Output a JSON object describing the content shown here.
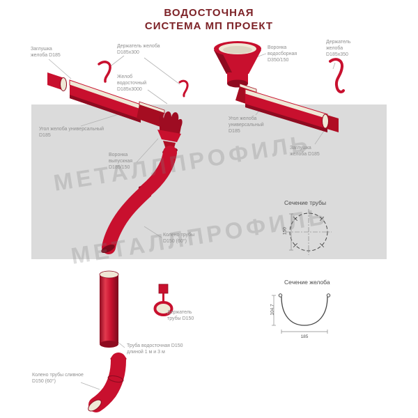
{
  "title": {
    "line1": "ВОДОСТОЧНАЯ",
    "line2": "СИСТЕМА МП ПРОЕКТ"
  },
  "watermark": {
    "text": "МЕТАЛЛПРОФИЛЬ"
  },
  "labels": {
    "cap_left": "Заглушка желоба D185",
    "holder_left": "Держатель желоба D185х300",
    "gutter": "Желоб водосточный D185х3000",
    "funnel_collect": "Воронка водосборная D350/150",
    "holder_right": "Держатель желоба D185х350",
    "corner_left": "Угол желоба универсальный D185",
    "corner_right": "Угол желоба универсальный D185",
    "cap_right": "Заглушка желоба D185",
    "funnel_outlet": "Воронка выпускная D185/150",
    "elbow": "Колено трубы D150 (60°)",
    "pipe_holder": "Держатель трубы D150",
    "pipe": "Труба водосточная D150 длиной 1 м и 3 м",
    "drain_elbow": "Колено трубы сливное D150 (60°)"
  },
  "sections": {
    "pipe": {
      "title": "Сечение трубы",
      "diameter": "150"
    },
    "gutter": {
      "title": "Сечение желоба",
      "depth": "104.7",
      "width": "185"
    }
  },
  "colors": {
    "red": "#C8102E",
    "red_dark": "#8E0B20",
    "cream": "#EFE8D6",
    "title": "#7D2227",
    "label_gray": "#8f8f8f",
    "band_gray": "#DBDBDB"
  }
}
